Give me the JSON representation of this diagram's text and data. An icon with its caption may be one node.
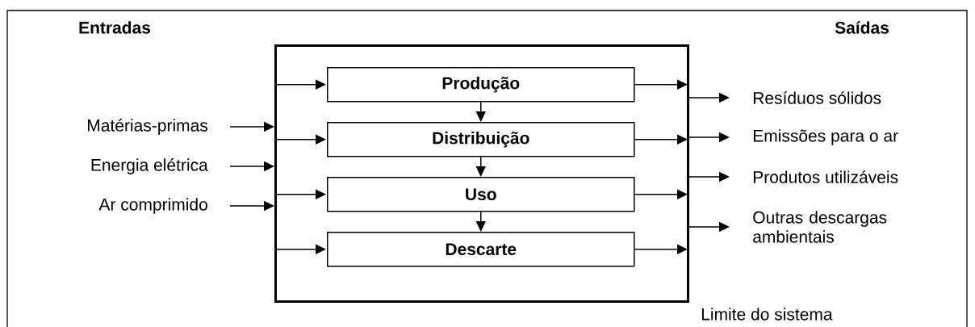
{
  "diagram": {
    "nodes": [
      {
        "text": [],
        "shape": "box",
        "beside": [
          "Limite do sistema"
        ]
      },
      {
        "text": [
          "Produção"
        ],
        "in": 0
      },
      {
        "text": [
          "Distribuição"
        ],
        "in": 0
      },
      {
        "text": [
          "Uso"
        ],
        "in": 0
      },
      {
        "text": [
          "Descarte"
        ],
        "in": 0
      },
      {
        "text": [
          "Matérias-primas"
        ]
      },
      {
        "text": [
          "Energia elétrica"
        ]
      },
      {
        "text": [
          "Ar comprimido"
        ]
      },
      {
        "text": [
          "Resíduos sólidos"
        ]
      },
      {
        "text": [
          "Emissões para o ar"
        ]
      },
      {
        "text": [
          "Produtos utilizáveis"
        ]
      },
      {
        "text": [
          "Outras descargas ambientais"
        ]
      }
    ],
    "edges": [
      {
        "from": 5,
        "to": 0,
        "arrow": "to"
      },
      {
        "from": 6,
        "to": 0,
        "arrow": "to"
      },
      {
        "from": 7,
        "to": 0,
        "arrow": "to"
      },
      {
        "from": null,
        "to": 1,
        "arrow": "to"
      },
      {
        "from": null,
        "to": 2,
        "arrow": "to"
      },
      {
        "from": null,
        "to": 3,
        "arrow": "to"
      },
      {
        "from": null,
        "to": 4,
        "arrow": "to"
      },
      {
        "from": 1,
        "to": 2,
        "arrow": "to"
      },
      {
        "from": 2,
        "to": 3,
        "arrow": "to"
      },
      {
        "from": 3,
        "to": 4,
        "arrow": "to"
      },
      {
        "from": 1,
        "to": null,
        "arrow": "to"
      },
      {
        "from": 2,
        "to": null,
        "arrow": "to"
      },
      {
        "from": 3,
        "to": null,
        "arrow": "to"
      },
      {
        "from": 4,
        "to": null,
        "arrow": "to"
      },
      {
        "from": 0,
        "to": 8,
        "arrow": "to"
      },
      {
        "from": 0,
        "to": 9,
        "arrow": "to"
      },
      {
        "from": 0,
        "to": 10,
        "arrow": "to"
      },
      {
        "from": 0,
        "to": 11,
        "arrow": "to"
      }
    ],
    "labels": [
      "Entradas",
      "Saídas"
    ]
  }
}
